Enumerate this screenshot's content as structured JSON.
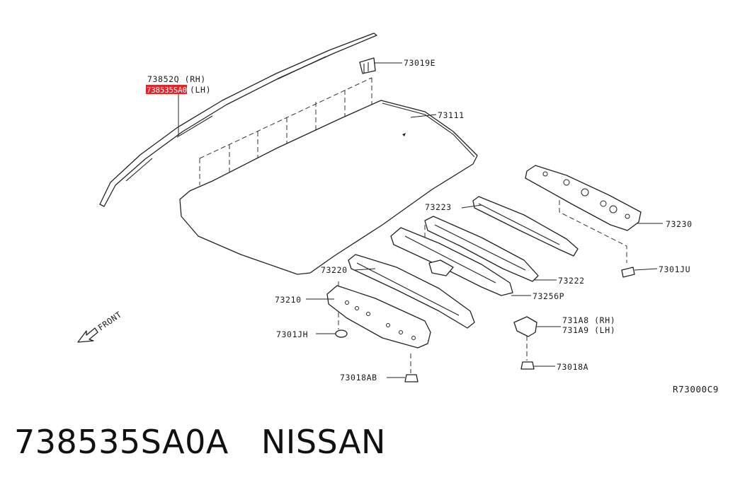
{
  "callouts": {
    "p73852_rh": "73852Q (RH)",
    "p73853_lh_suffix": "(LH)",
    "p73019e": "73019E",
    "p73111": "73111",
    "p73223": "73223",
    "p73230": "73230",
    "p7301ju": "7301JU",
    "p73222": "73222",
    "p73220": "73220",
    "p73256p": "73256P",
    "p73210": "73210",
    "p731a8": "731A8 (RH)",
    "p731a9": "731A9 (LH)",
    "p7301jh": "7301JH",
    "p73018ab": "73018AB",
    "p73018a": "73018A",
    "front": "FRONT",
    "drawing_ref": "R73000C9"
  },
  "highlight": {
    "color": "#e0252b",
    "part": "738535SA0A"
  },
  "caption": {
    "part_number": "738535SA0A",
    "brand": "NISSAN"
  }
}
